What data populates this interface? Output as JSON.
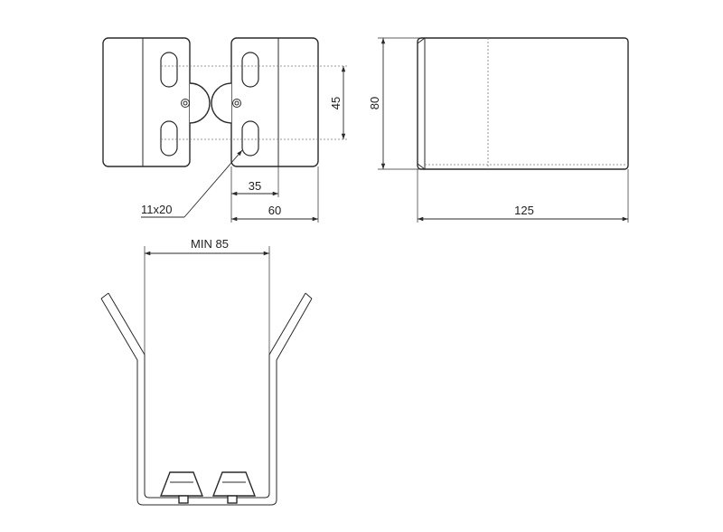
{
  "dimensions": {
    "width_front": "125",
    "height_front": "80",
    "hole_spacing": "45",
    "half_width": "35",
    "bracket_width": "60",
    "slot_size": "11x20",
    "min_opening": "MIN 85"
  },
  "colors": {
    "line": "#2a2a2a",
    "hidden_line": "#7a7a7a",
    "background": "#ffffff"
  }
}
